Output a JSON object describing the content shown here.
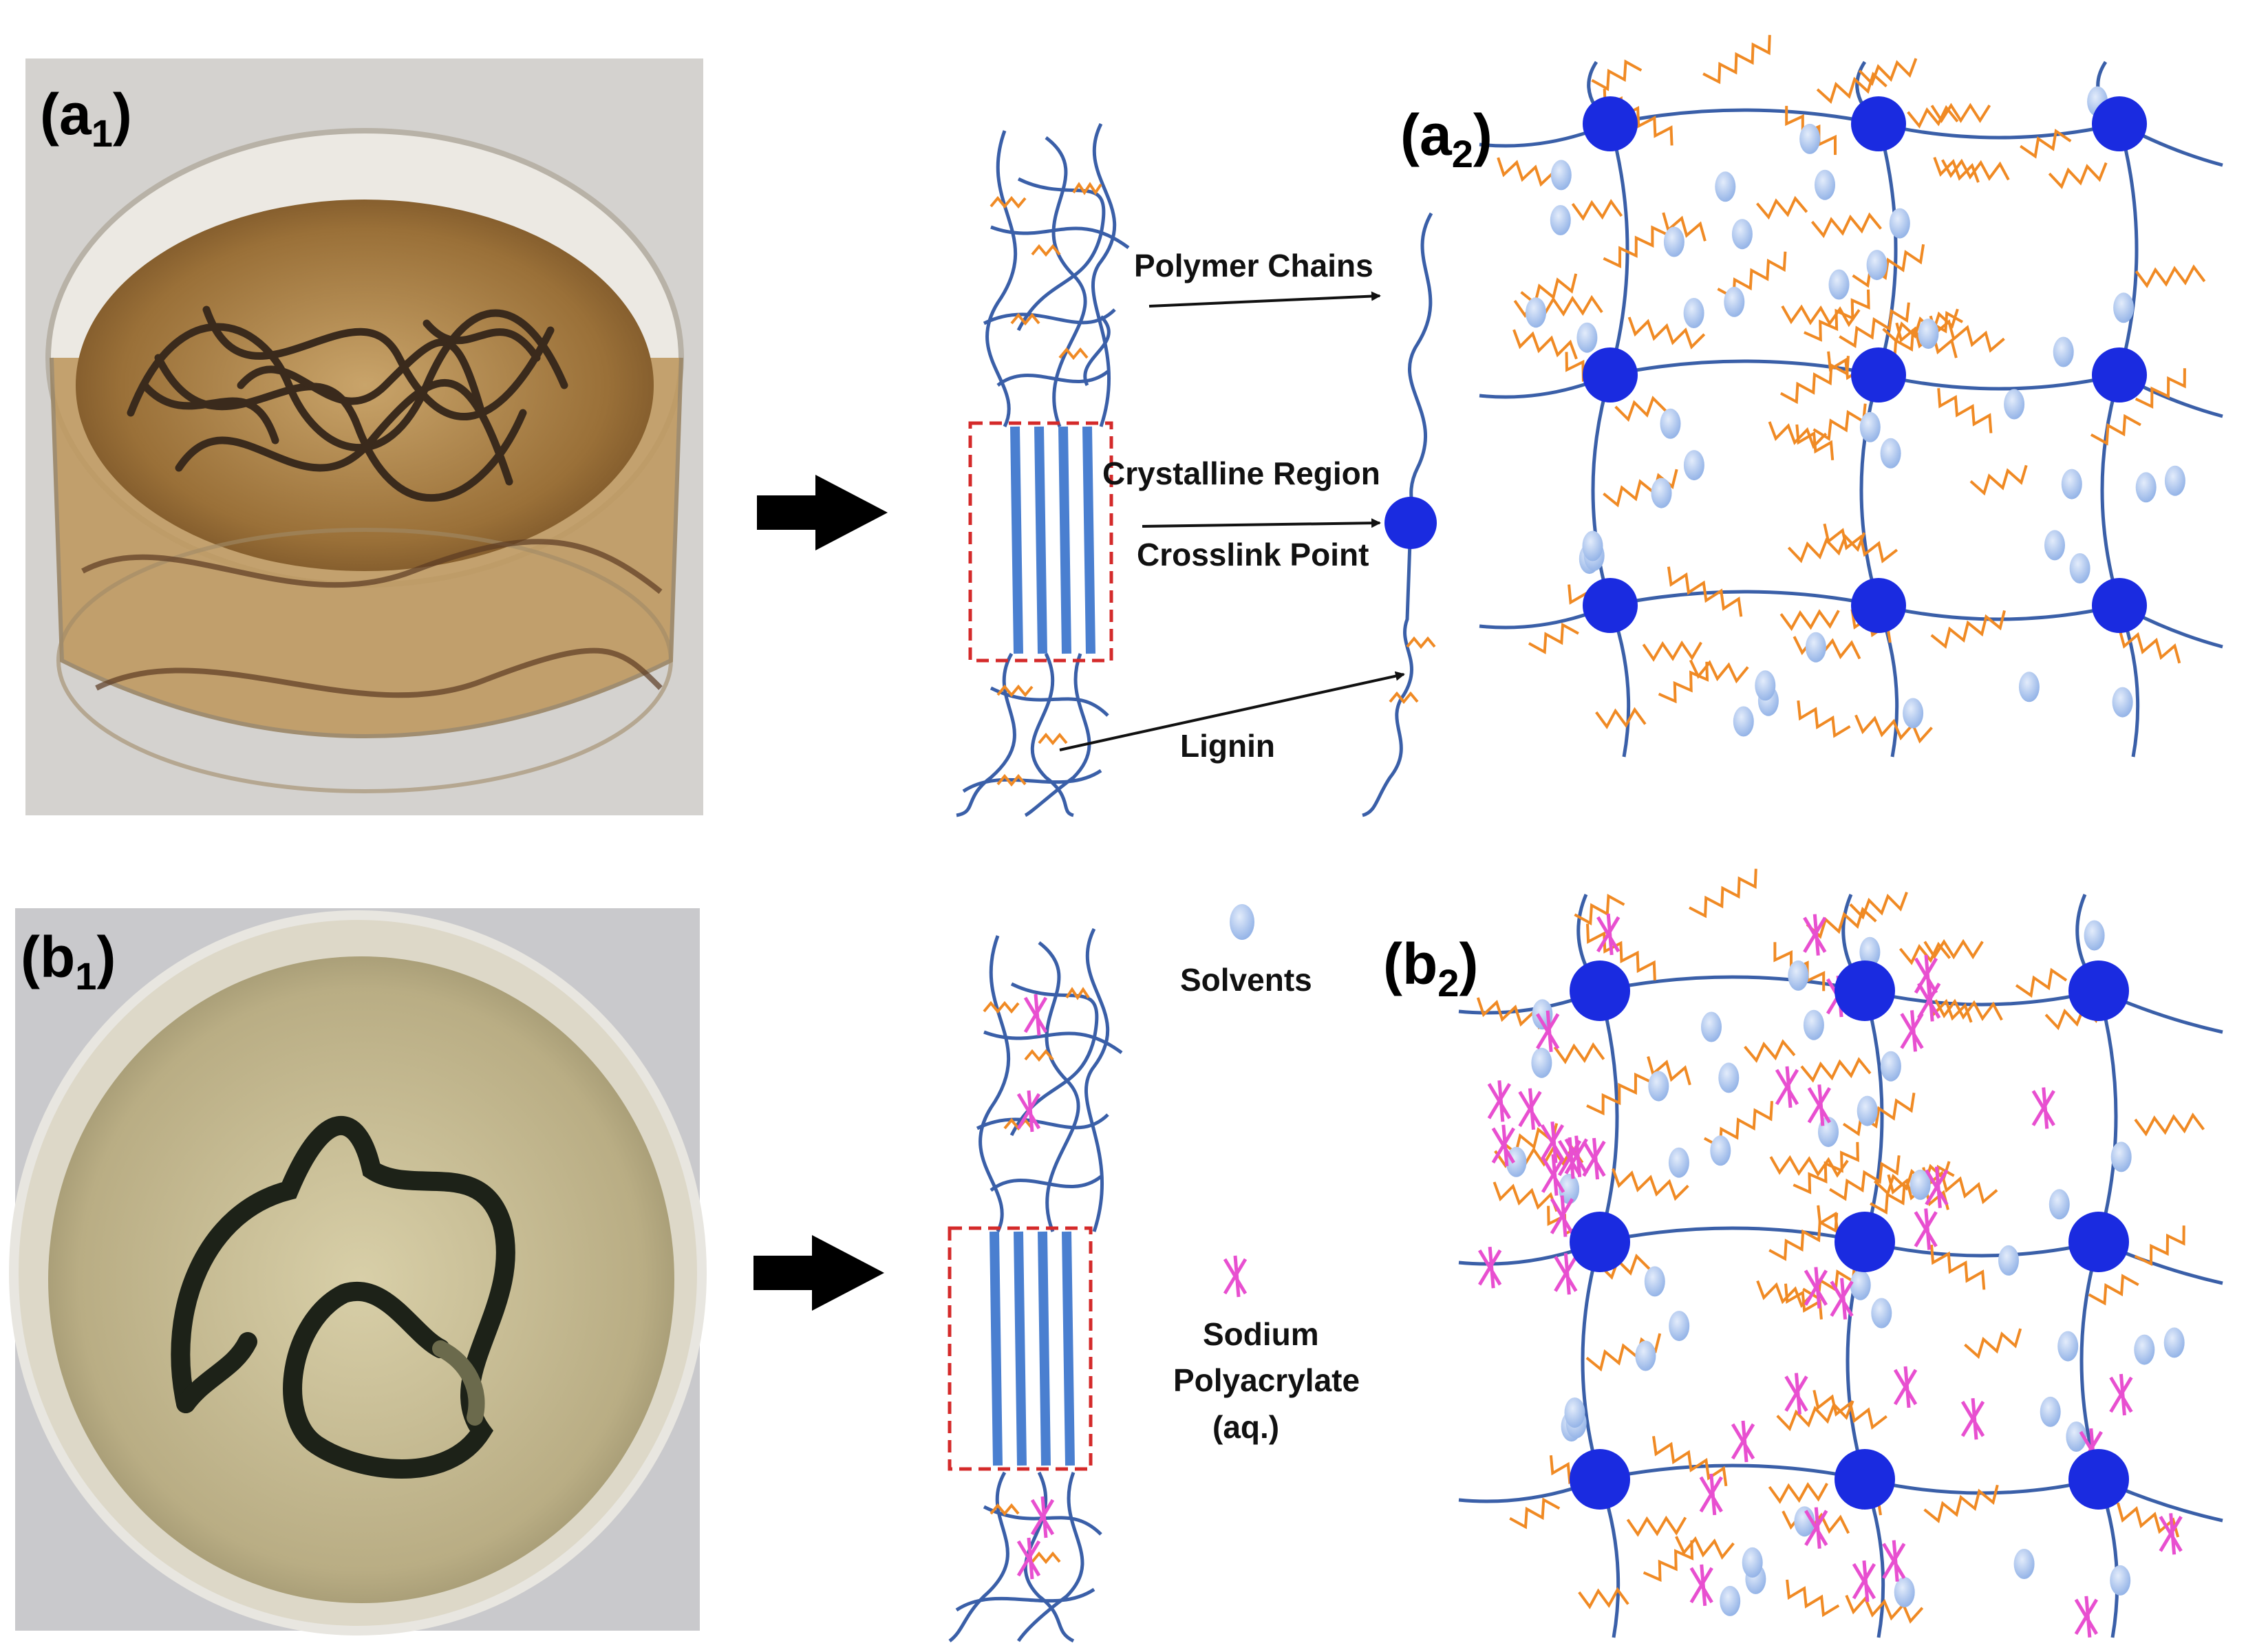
{
  "panels": {
    "a1": {
      "letter": "(a",
      "sub": "1",
      "close": ")"
    },
    "a2": {
      "letter": "(a",
      "sub": "2",
      "close": ")"
    },
    "b1": {
      "letter": "(b",
      "sub": "1",
      "close": ")"
    },
    "b2": {
      "letter": "(b",
      "sub": "2",
      "close": ")"
    }
  },
  "labels": {
    "polymer_chains": "Polymer Chains",
    "crystalline_region": "Crystalline Region",
    "crosslink_point": "Crosslink Point",
    "lignin": "Lignin",
    "solvents": "Solvents",
    "sodium": "Sodium",
    "polyacrylate": "Polyacrylate",
    "aq": "(aq.)"
  },
  "colors": {
    "chain": "#3a5fa8",
    "lignin": "#f08a24",
    "crosslink": "#1a2be0",
    "solvent": "#9fb8e8",
    "polyacrylate": "#e84fd0",
    "crystal_box": "#d42a2a",
    "crystal_fiber": "#4a7fd0"
  },
  "photos": {
    "a1": {
      "description_icon": "petri-dish-photo-icon"
    },
    "b1": {
      "description_icon": "petri-dish-photo-icon"
    }
  }
}
